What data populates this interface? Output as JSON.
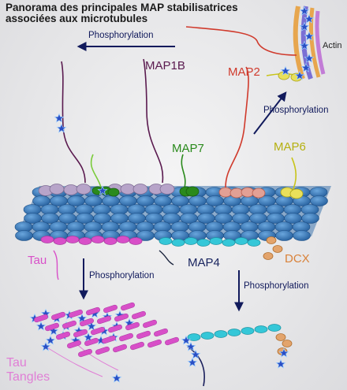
{
  "title_line1": "Panorama des principales MAP stabilisatrices",
  "title_line2": "associées aux microtubules",
  "labels": {
    "map1b": "MAP1B",
    "map2": "MAP2",
    "map7": "MAP7",
    "map6": "MAP6",
    "tau": "Tau",
    "map4": "MAP4",
    "dcx": "DCX",
    "actin": "Actin",
    "tau_tangles_line1": "Tau",
    "tau_tangles_line2": "Tangles"
  },
  "phosphorylation": {
    "top": "Phosphorylation",
    "right": "Phosphorylation",
    "left": "Phosphorylation",
    "middle": "Phosphorylation"
  },
  "colors": {
    "map1b": "#5a1a4f",
    "map2": "#d03a2c",
    "map7": "#2a8a1c",
    "map6": "#c8c41a",
    "tau": "#d84fc8",
    "map4": "#35c7d8",
    "dcx": "#d9823a",
    "arrow": "#111a5c",
    "microtubule": "#3a78b8",
    "star": "#2b4fc4"
  }
}
